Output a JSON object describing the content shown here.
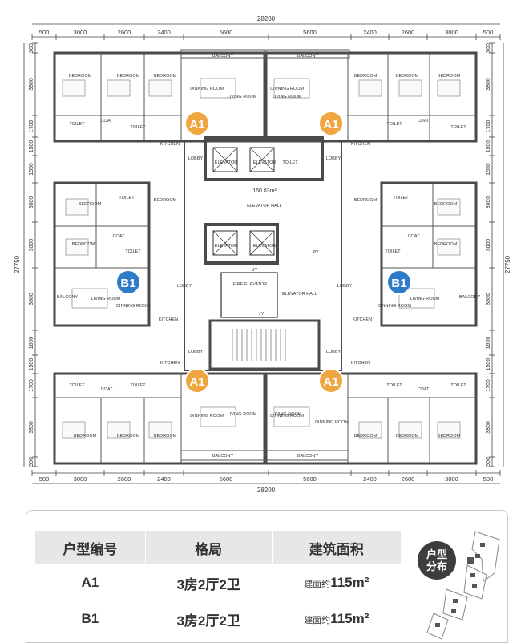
{
  "dims": {
    "overall": "28200",
    "top_segments": [
      "500",
      "3000",
      "2600",
      "2400",
      "5600",
      "5600",
      "2400",
      "2600",
      "3000",
      "500"
    ],
    "bottom_segments": [
      "500",
      "3000",
      "2600",
      "2400",
      "5600",
      "5600",
      "2400",
      "2600",
      "3000",
      "500"
    ],
    "side": "27750",
    "left_segments": [
      "500",
      "3800",
      "1700",
      "1500",
      "1550",
      "3000",
      "3000",
      "3800",
      "1600",
      "1500",
      "1700",
      "3800",
      "500"
    ],
    "right_segments": [
      "500",
      "3800",
      "1700",
      "1500",
      "1550",
      "3000",
      "3000",
      "3800",
      "1600",
      "1500",
      "1700",
      "3800",
      "500"
    ]
  },
  "rooms": {
    "balcony": "BALCONY",
    "bedroom": "BEDROOM",
    "living": "LIVING ROOM",
    "dining": "DINNING ROOM",
    "toilet": "TOILET",
    "coat": "COAT",
    "kitchen": "KITCHEN",
    "lobby": "LOBBY",
    "elevator": "ELEVATOR",
    "elevator_hall": "ELEVATOR HALL",
    "fire_elevator": "FIRE ELEVATOR",
    "hall_area": "160.83m²",
    "jy": "JY",
    "py": "PY"
  },
  "unit_markers": {
    "a1": "A1",
    "b1": "B1"
  },
  "colors": {
    "accent": "#f0a640",
    "marker_blue": "#2e7cc9",
    "wall": "#4a4a4a"
  },
  "table": {
    "headers": [
      "户型编号",
      "格局",
      "建筑面积"
    ],
    "rows": [
      {
        "code": "A1",
        "layout": "3房2厅2卫",
        "area_prefix": "建面约",
        "area": "115m²"
      },
      {
        "code": "B1",
        "layout": "3房2厅2卫",
        "area_prefix": "建面约",
        "area": "115m²"
      }
    ]
  },
  "distribution_badge": {
    "line1": "户型",
    "line2": "分布"
  }
}
